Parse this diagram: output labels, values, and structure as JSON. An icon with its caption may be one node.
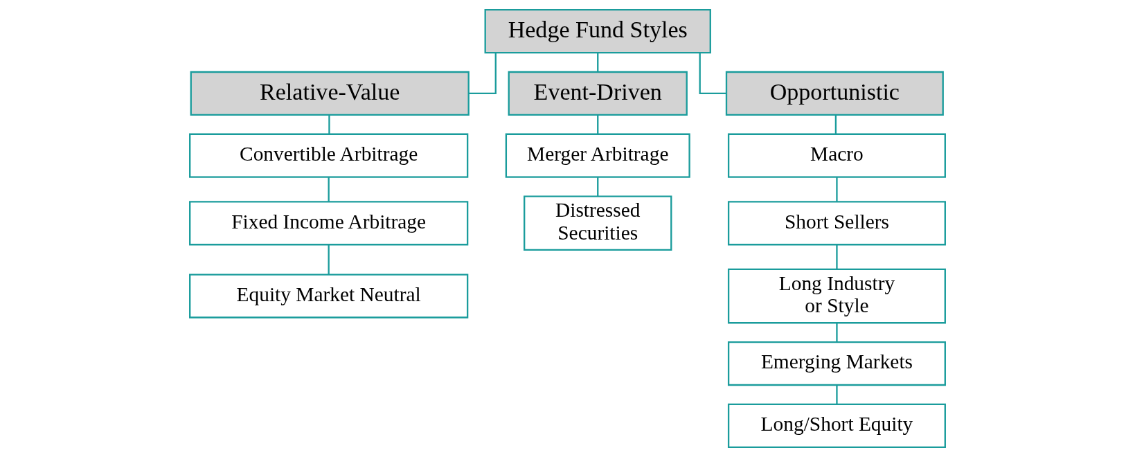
{
  "diagram": {
    "nodes": [
      {
        "text": [
          "Hedge Fund Styles"
        ]
      },
      {
        "text": [
          "Relative-Value"
        ]
      },
      {
        "text": [
          "Convertible Arbitrage"
        ]
      },
      {
        "text": [
          "Fixed Income Arbitrage"
        ]
      },
      {
        "text": [
          "Equity Market Neutral"
        ]
      },
      {
        "text": [
          "Event-Driven"
        ]
      },
      {
        "text": [
          "Merger Arbitrage"
        ]
      },
      {
        "text": [
          "Distressed Securities"
        ]
      },
      {
        "text": [
          "Opportunistic"
        ]
      },
      {
        "text": [
          "Macro"
        ]
      },
      {
        "text": [
          "Short Sellers"
        ]
      },
      {
        "text": [
          "Long Industry or Style"
        ]
      },
      {
        "text": [
          "Emerging Markets"
        ]
      },
      {
        "text": [
          "Long/Short Equity"
        ]
      }
    ],
    "edges": [
      {
        "from": 0,
        "to": 1,
        "arrow": "none"
      },
      {
        "from": 0,
        "to": 5,
        "arrow": "none"
      },
      {
        "from": 0,
        "to": 8,
        "arrow": "none"
      },
      {
        "from": 1,
        "to": 2,
        "arrow": "none"
      },
      {
        "from": 2,
        "to": 3,
        "arrow": "none"
      },
      {
        "from": 3,
        "to": 4,
        "arrow": "none"
      },
      {
        "from": 5,
        "to": 6,
        "arrow": "none"
      },
      {
        "from": 6,
        "to": 7,
        "arrow": "none"
      },
      {
        "from": 8,
        "to": 9,
        "arrow": "none"
      },
      {
        "from": 9,
        "to": 10,
        "arrow": "none"
      },
      {
        "from": 10,
        "to": 11,
        "arrow": "none"
      },
      {
        "from": 11,
        "to": 12,
        "arrow": "none"
      },
      {
        "from": 12,
        "to": 13,
        "arrow": "none"
      }
    ]
  }
}
